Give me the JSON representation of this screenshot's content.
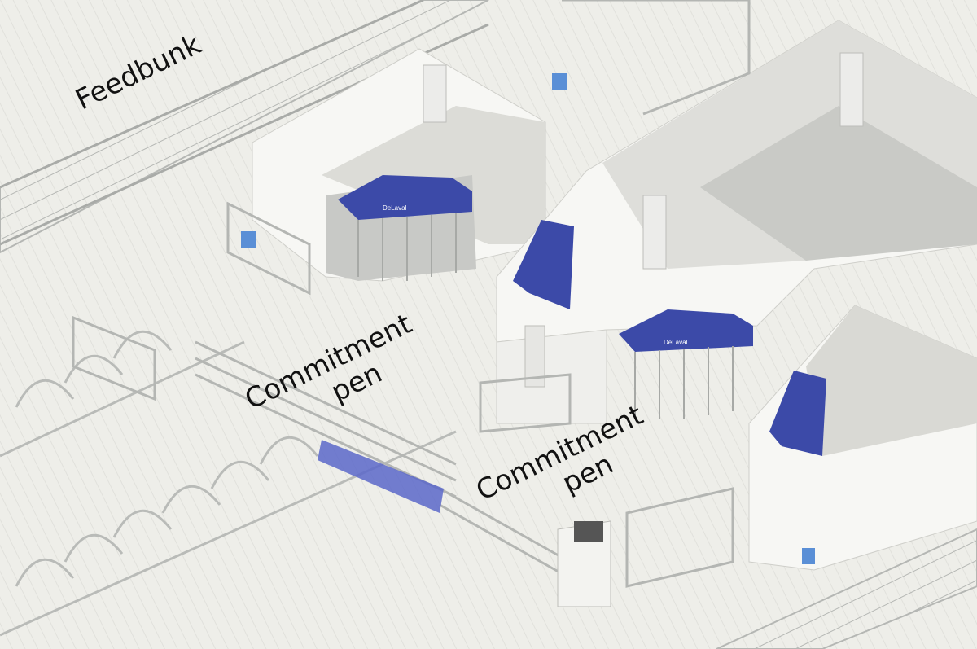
{
  "labels": {
    "feedbunk": "Feedbunk",
    "commitment_pen_1": {
      "line1": "Commitment",
      "line2": "pen"
    },
    "commitment_pen_2": {
      "line1": "Commitment",
      "line2": "pen"
    }
  },
  "branding": {
    "manufacturer": "DeLaval"
  },
  "colors": {
    "floor": "#eeeee9",
    "wall": "#f7f7f4",
    "wall_shade": "#d9d9d4",
    "steel": "#b9bbb8",
    "rotary_unit": "#3c4aa8",
    "highlight_gate": "#5a67c9",
    "label_text": "#111111"
  }
}
